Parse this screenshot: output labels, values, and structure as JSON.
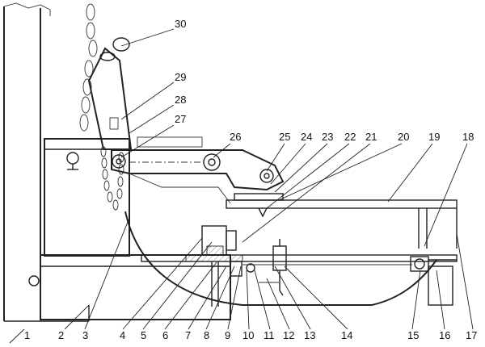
{
  "callouts": [
    {
      "id": "1",
      "text": "1"
    },
    {
      "id": "2",
      "text": "2"
    },
    {
      "id": "3",
      "text": "3"
    },
    {
      "id": "4",
      "text": "4"
    },
    {
      "id": "5",
      "text": "5"
    },
    {
      "id": "6",
      "text": "6"
    },
    {
      "id": "7",
      "text": "7"
    },
    {
      "id": "8",
      "text": "8"
    },
    {
      "id": "9",
      "text": "9"
    },
    {
      "id": "10",
      "text": "10"
    },
    {
      "id": "11",
      "text": "11"
    },
    {
      "id": "12",
      "text": "12"
    },
    {
      "id": "13",
      "text": "13"
    },
    {
      "id": "14",
      "text": "14"
    },
    {
      "id": "15",
      "text": "15"
    },
    {
      "id": "16",
      "text": "16"
    },
    {
      "id": "17",
      "text": "17"
    },
    {
      "id": "18",
      "text": "18"
    },
    {
      "id": "19",
      "text": "19"
    },
    {
      "id": "20",
      "text": "20"
    },
    {
      "id": "21",
      "text": "21"
    },
    {
      "id": "22",
      "text": "22"
    },
    {
      "id": "23",
      "text": "23"
    },
    {
      "id": "24",
      "text": "24"
    },
    {
      "id": "25",
      "text": "25"
    },
    {
      "id": "26",
      "text": "26"
    },
    {
      "id": "27",
      "text": "27"
    },
    {
      "id": "28",
      "text": "28"
    },
    {
      "id": "29",
      "text": "29"
    },
    {
      "id": "30",
      "text": "30"
    }
  ]
}
